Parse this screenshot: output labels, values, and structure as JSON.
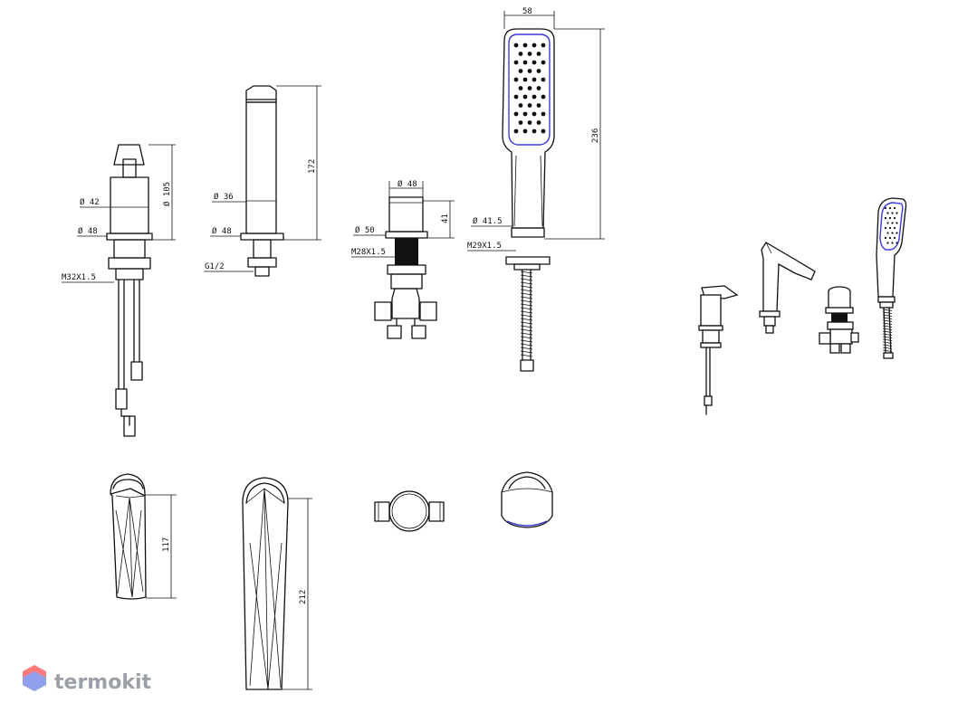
{
  "dimensions": {
    "d42": "Ø 42",
    "d48_a": "Ø 48",
    "d105": "Ø 105",
    "m32": "M32X1.5",
    "d36": "Ø 36",
    "d48_b": "Ø 48",
    "h172": "172",
    "g12": "G1/2",
    "d48_c": "Ø 48",
    "h41": "41",
    "d50": "Ø 50",
    "m28": "M28X1.5",
    "w58": "58",
    "h236": "236",
    "d415": "Ø 41.5",
    "m29": "M29X1.5",
    "h117": "117",
    "h212": "212"
  },
  "logo": {
    "text": "termokit",
    "icon": "hexagon-icon",
    "color": "#9aa0a6",
    "accent": "#ff6b6b"
  },
  "colors": {
    "line": "#111111",
    "accent_blue": "#3b3bd8"
  }
}
